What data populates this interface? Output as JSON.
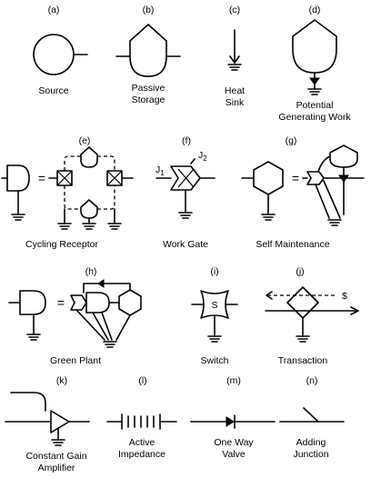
{
  "symbols": {
    "a": {
      "letter": "(a)",
      "lines": [
        "Source"
      ]
    },
    "b": {
      "letter": "(b)",
      "lines": [
        "Passive",
        "Storage"
      ]
    },
    "c": {
      "letter": "(c)",
      "lines": [
        "Heat",
        "Sink"
      ]
    },
    "d": {
      "letter": "(d)",
      "lines": [
        "Potential",
        "Generating Work"
      ]
    },
    "e": {
      "letter": "(e)",
      "lines": [
        "Cycling Receptor"
      ]
    },
    "f": {
      "letter": "(f)",
      "lines": [
        "Work Gate"
      ],
      "j1": "J",
      "j1_sub": "1",
      "j2": "J",
      "j2_sub": "2"
    },
    "g": {
      "letter": "(g)",
      "lines": [
        "Self Maintenance"
      ]
    },
    "h": {
      "letter": "(h)",
      "lines": [
        "Green  Plant"
      ]
    },
    "i": {
      "letter": "(i)",
      "lines": [
        "Switch"
      ],
      "inner": "S"
    },
    "j": {
      "letter": "(j)",
      "lines": [
        "Transaction"
      ],
      "money": "$"
    },
    "k": {
      "letter": "(k)",
      "lines": [
        "Constant Gain",
        "Amplifier"
      ]
    },
    "l": {
      "letter": "(l)",
      "lines": [
        "Active",
        "Impedance"
      ]
    },
    "m": {
      "letter": "(m)",
      "lines": [
        "One Way",
        "Valve"
      ]
    },
    "n": {
      "letter": "(n)",
      "lines": [
        "Adding",
        "Junction"
      ]
    }
  },
  "equals": "="
}
